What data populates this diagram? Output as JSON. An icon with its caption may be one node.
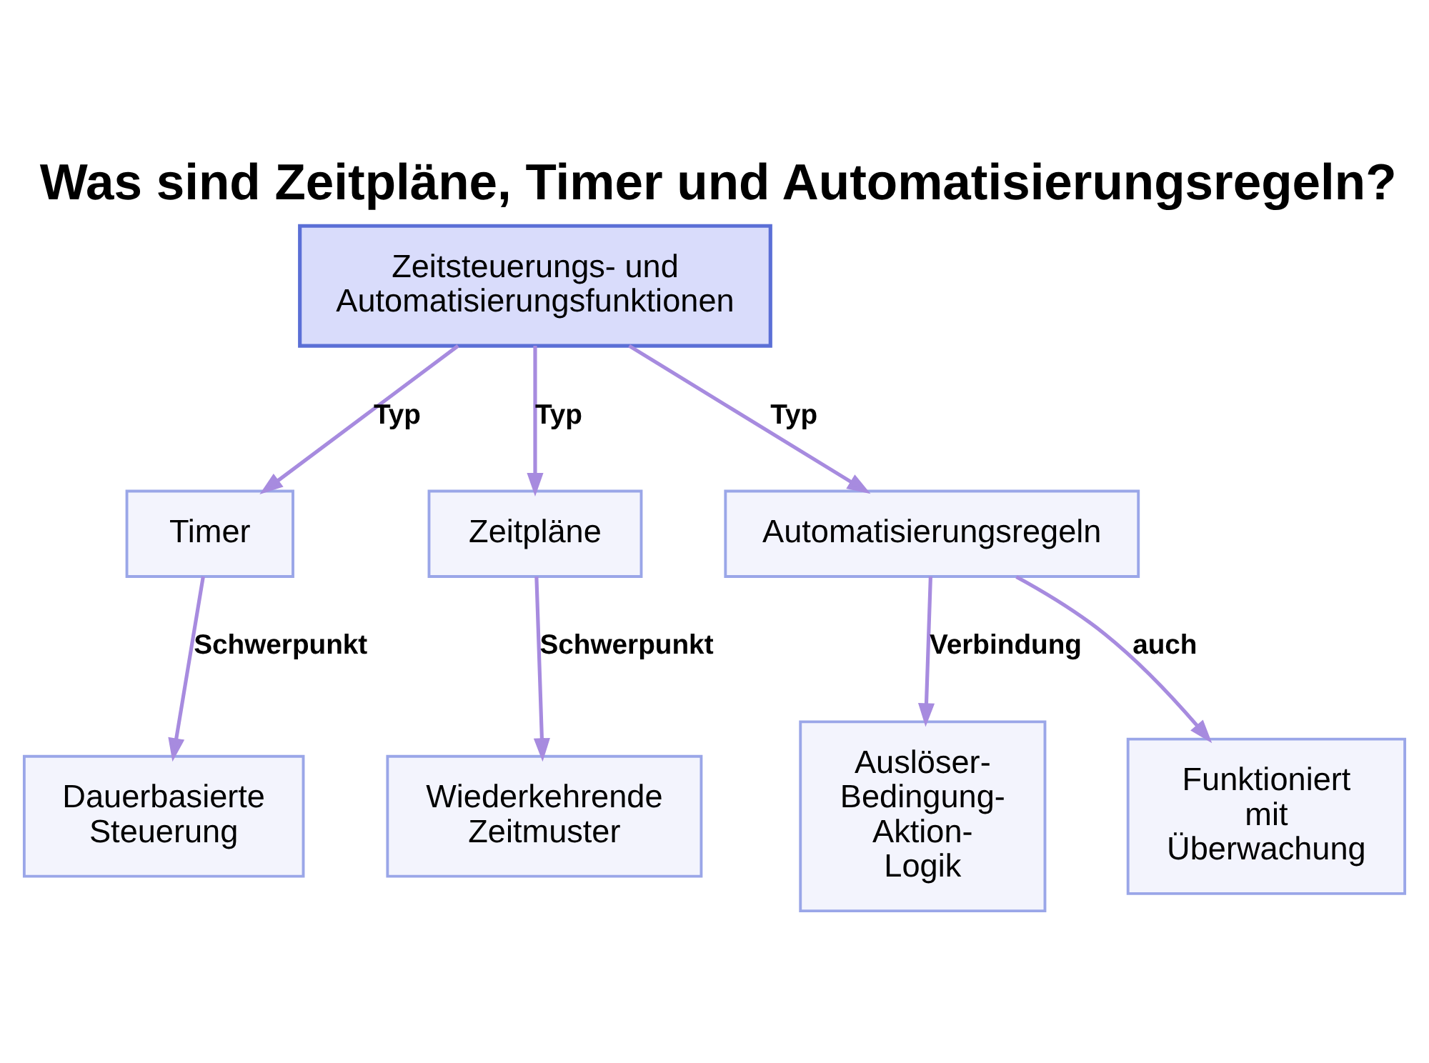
{
  "diagram": {
    "title": "Was sind Zeitpläne, Timer und Automatisierungsregeln?",
    "nodes": [
      {
        "text": [
          "Zeitsteuerungs- und Automatisierungsfunktionen"
        ]
      },
      {
        "text": [
          "Timer"
        ]
      },
      {
        "text": [
          "Zeitpläne"
        ]
      },
      {
        "text": [
          "Automatisierungsregeln"
        ]
      },
      {
        "text": [
          "Dauerbasierte Steuerung"
        ]
      },
      {
        "text": [
          "Wiederkehrende Zeitmuster"
        ]
      },
      {
        "text": [
          "Auslöser- Bedingung- Aktion- Logik"
        ]
      },
      {
        "text": [
          "Funktioniert mit Überwachung"
        ]
      }
    ],
    "edges": [
      {
        "from": 0,
        "to": 1,
        "arrow": "to",
        "label": "Typ"
      },
      {
        "from": 0,
        "to": 2,
        "arrow": "to",
        "label": "Typ"
      },
      {
        "from": 0,
        "to": 3,
        "arrow": "to",
        "label": "Typ"
      },
      {
        "from": 1,
        "to": 4,
        "arrow": "to",
        "label": "Schwerpunkt"
      },
      {
        "from": 2,
        "to": 5,
        "arrow": "to",
        "label": "Schwerpunkt"
      },
      {
        "from": 3,
        "to": 6,
        "arrow": "to",
        "label": "Verbindung"
      },
      {
        "from": 3,
        "to": 7,
        "arrow": "to",
        "label": "auch"
      }
    ]
  }
}
